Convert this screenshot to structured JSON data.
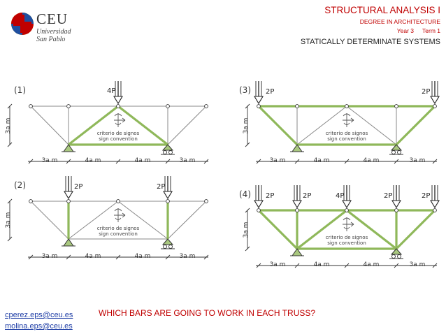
{
  "header": {
    "course_title": "STRUCTURAL ANALYSIS I",
    "degree": "DEGREE IN ARCHITECTURE",
    "year": "Year 3",
    "term": "Term 1",
    "topic": "STATICALLY DETERMINATE SYSTEMS"
  },
  "logo": {
    "acronym": "CEU",
    "line1": "Universidad",
    "line2": "San Pablo"
  },
  "contacts": [
    "cperez.eps@ceu.es",
    "molina.eps@ceu.es"
  ],
  "question": "WHICH BARS ARE GOING TO WORK IN EACH TRUSS?",
  "trusses": [
    {
      "number": "(1)",
      "loads": [
        "4P"
      ],
      "height_label": "3a m",
      "spans": [
        "3a m",
        "4a m",
        "4a m",
        "3a m"
      ],
      "sign_label": [
        "criterio de signos",
        "sign convention"
      ]
    },
    {
      "number": "(2)",
      "loads": [
        "2P",
        "2P"
      ],
      "height_label": "3a m",
      "spans": [
        "3a m",
        "4a m",
        "4a m",
        "3a m"
      ],
      "sign_label": [
        "criterio de signos",
        "sign convention"
      ]
    },
    {
      "number": "(3)",
      "loads": [
        "2P",
        "2P"
      ],
      "height_label": "3a m",
      "spans": [
        "3a m",
        "4a m",
        "4a m",
        "3a m"
      ],
      "sign_label": [
        "criterio de signos",
        "sign convention"
      ]
    },
    {
      "number": "(4)",
      "loads": [
        "2P",
        "2P",
        "4P",
        "2P",
        "2P"
      ],
      "height_label": "3a m",
      "spans": [
        "3a m",
        "4a m",
        "4a m",
        "3a m"
      ],
      "sign_label": [
        "criterio de signos",
        "sign convention"
      ]
    }
  ],
  "colors": {
    "accent": "#c00000",
    "active_bar": "#8fb85a",
    "link": "#1f3ea6"
  }
}
